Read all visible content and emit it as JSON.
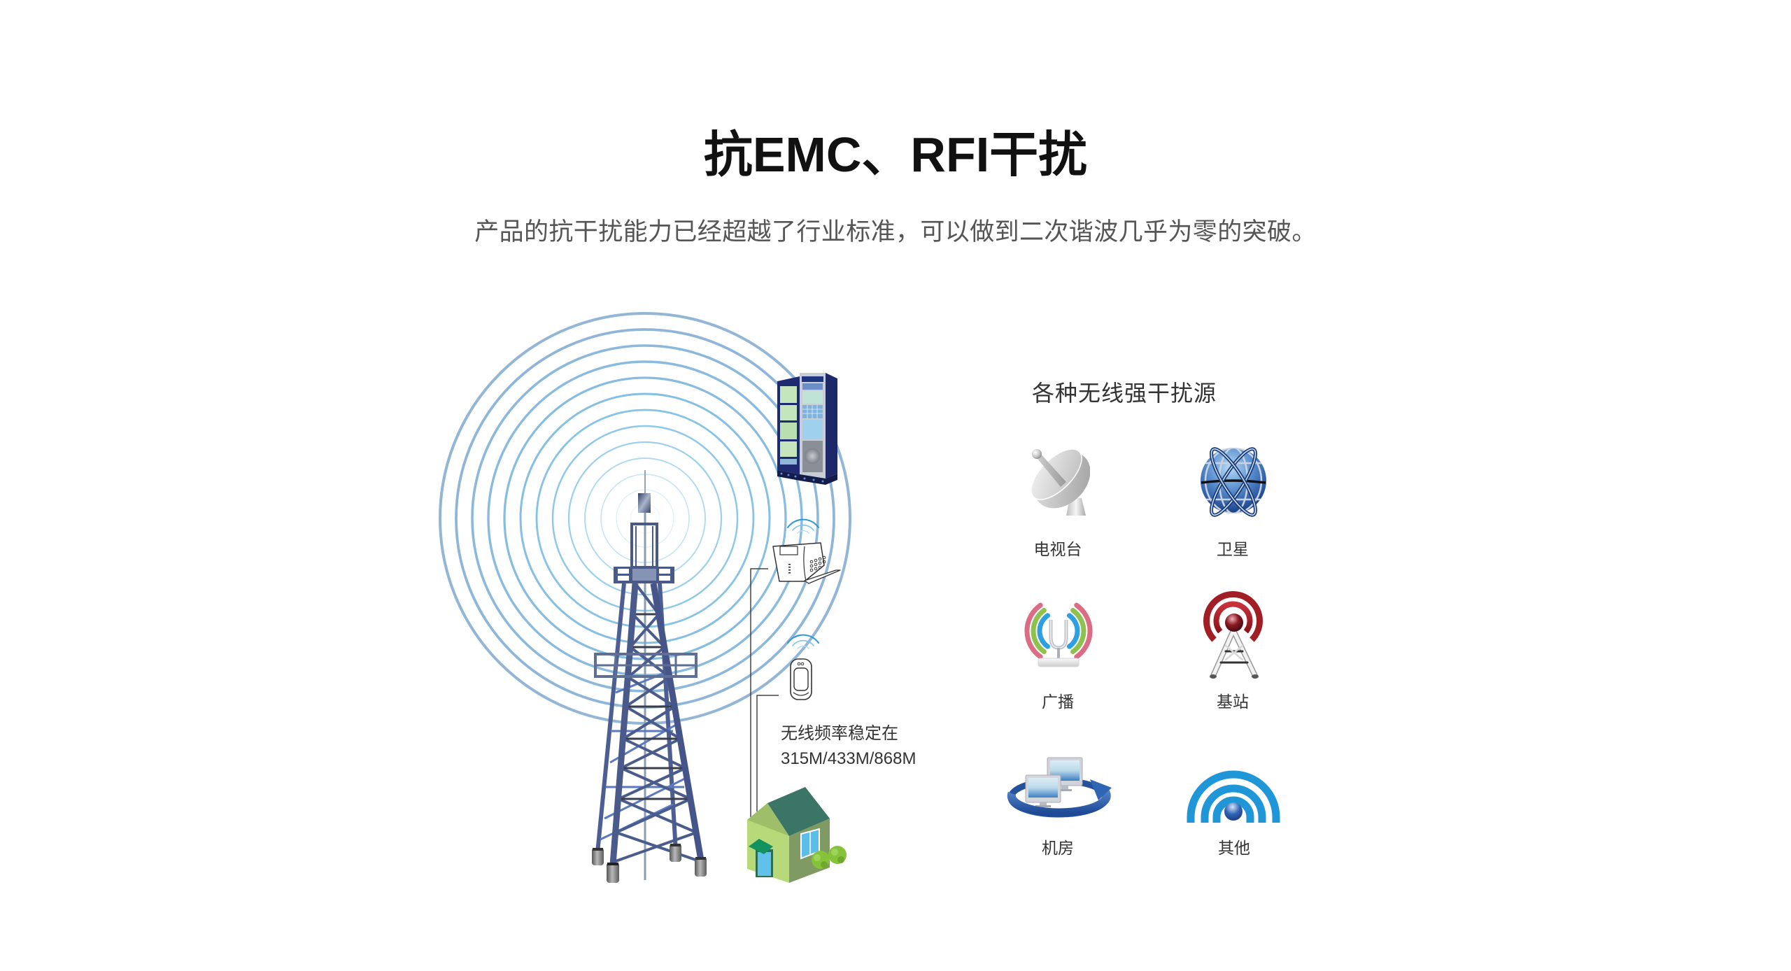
{
  "header": {
    "title": "抗EMC、RFI干扰",
    "subtitle": "产品的抗干扰能力已经超越了行业标准，可以做到二次谐波几乎为零的突破。"
  },
  "illustration": {
    "callout": {
      "line1": "无线频率稳定在",
      "line2": "315M/433M/868M"
    },
    "elements": [
      {
        "name": "signal-rings-icon"
      },
      {
        "name": "transmission-tower-icon"
      },
      {
        "name": "server-rack-icon"
      },
      {
        "name": "alarm-panel-icon"
      },
      {
        "name": "motion-sensor-icon"
      },
      {
        "name": "house-icon"
      }
    ]
  },
  "sources": {
    "heading": "各种无线强干扰源",
    "items": [
      {
        "label": "电视台",
        "icon": "satellite-dish-icon"
      },
      {
        "label": "卫星",
        "icon": "satellite-globe-icon"
      },
      {
        "label": "广播",
        "icon": "broadcast-antenna-icon"
      },
      {
        "label": "基站",
        "icon": "base-station-icon"
      },
      {
        "label": "机房",
        "icon": "server-room-icon"
      },
      {
        "label": "其他",
        "icon": "wifi-signal-icon"
      }
    ]
  },
  "colors": {
    "title": "#111111",
    "subtitle": "#555555",
    "body_text": "#333333",
    "signal_ring": "#8fb6d9",
    "tower": "#4a5a8a",
    "wifi_blue": "#1e96d8",
    "base_station_red": "#a01e24",
    "house_wall": "#b7d97a",
    "house_roof": "#3a7565"
  }
}
